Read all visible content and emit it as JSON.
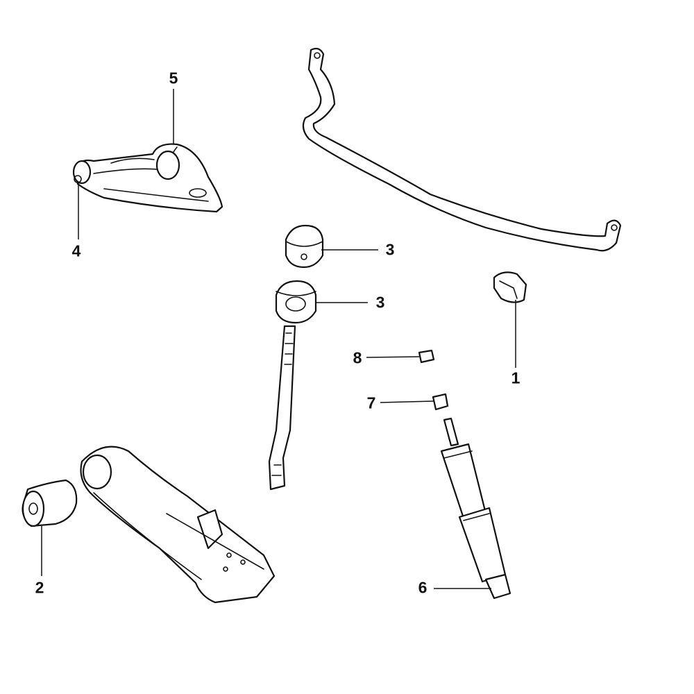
{
  "diagram": {
    "callouts": [
      {
        "id": "callout-5",
        "label": "5"
      },
      {
        "id": "callout-4",
        "label": "4"
      },
      {
        "id": "callout-3a",
        "label": "3"
      },
      {
        "id": "callout-3b",
        "label": "3"
      },
      {
        "id": "callout-1",
        "label": "1"
      },
      {
        "id": "callout-8",
        "label": "8"
      },
      {
        "id": "callout-7",
        "label": "7"
      },
      {
        "id": "callout-2",
        "label": "2"
      },
      {
        "id": "callout-6",
        "label": "6"
      }
    ]
  }
}
